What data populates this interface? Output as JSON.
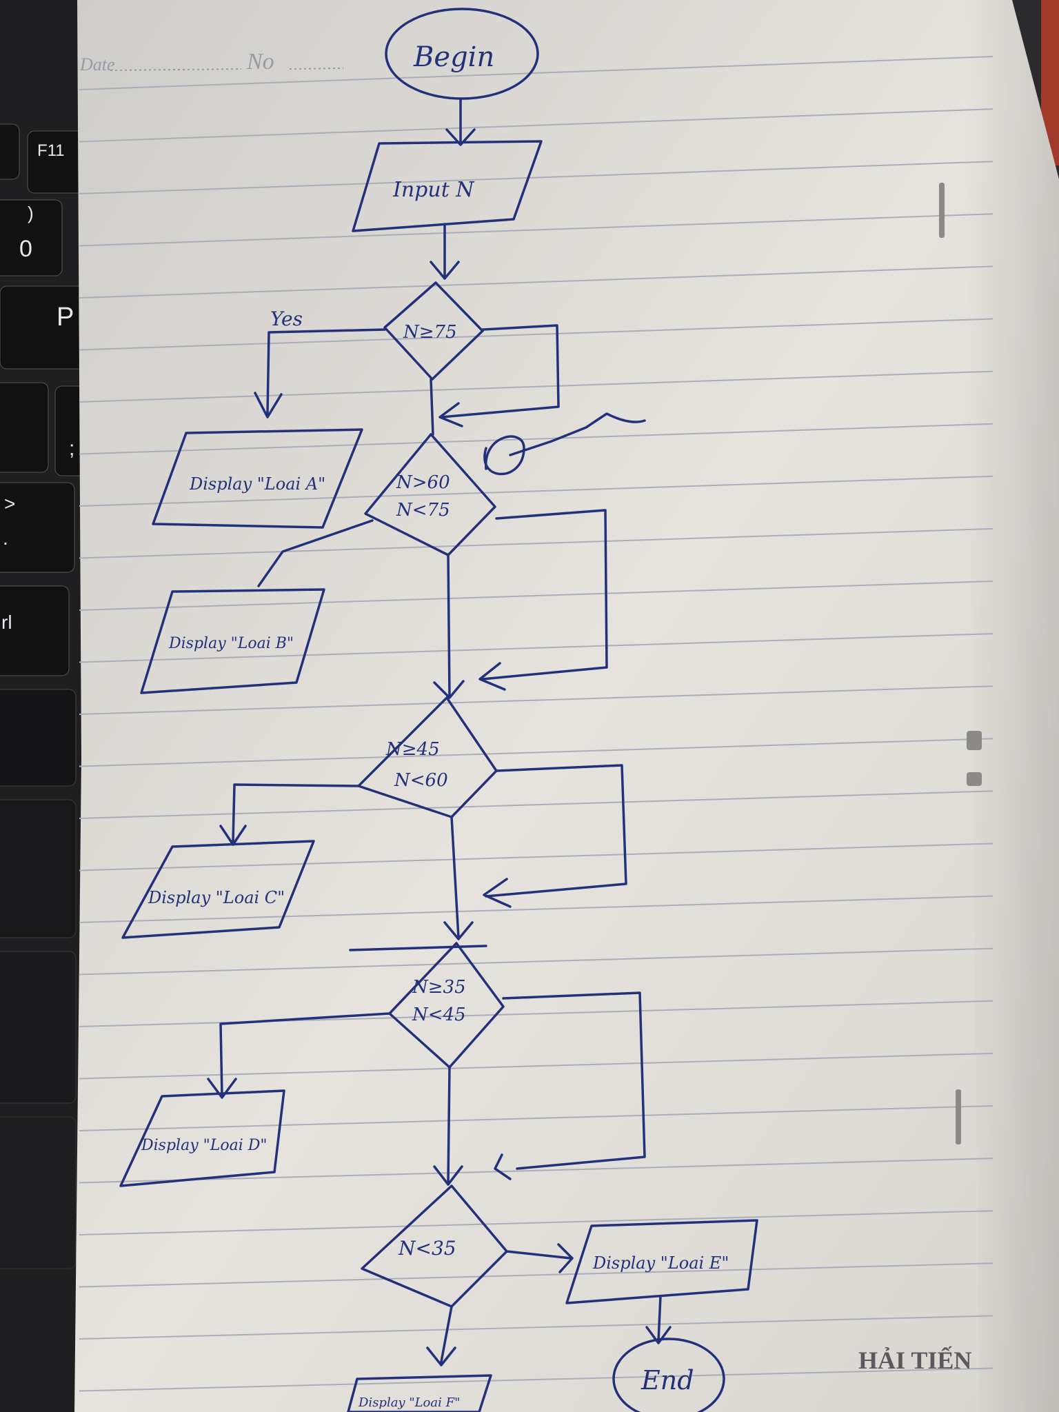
{
  "keyboard": {
    "keys": [
      "F11",
      ")",
      "0",
      "P",
      ";",
      ">",
      ".",
      "rl"
    ]
  },
  "page_header": {
    "date_label": "Date",
    "number_label": "No"
  },
  "flowchart": {
    "start": "Begin",
    "input": "Input N",
    "decision_1": "N≥75",
    "yes_label": "Yes",
    "output_1": "Display \"Loai A\"",
    "decision_2_line1": "N>60",
    "decision_2_line2": "N<75",
    "output_2": "Display \"Loai B\"",
    "decision_3_line1": "N≥45",
    "decision_3_line2": "N<60",
    "output_3": "Display \"Loai C\"",
    "decision_4_line1": "N≥35",
    "decision_4_line2": "N<45",
    "output_4": "Display \"Loai D\"",
    "decision_5": "N<35",
    "output_5": "Display \"Loai E\"",
    "end": "End",
    "bottom_output": "Display \"Loai F\""
  },
  "notebook_brand": "HẢI TIẾN",
  "colors": {
    "ink": "#23307a",
    "paper": "#e4e1dc",
    "rule": "#a9adb8"
  }
}
